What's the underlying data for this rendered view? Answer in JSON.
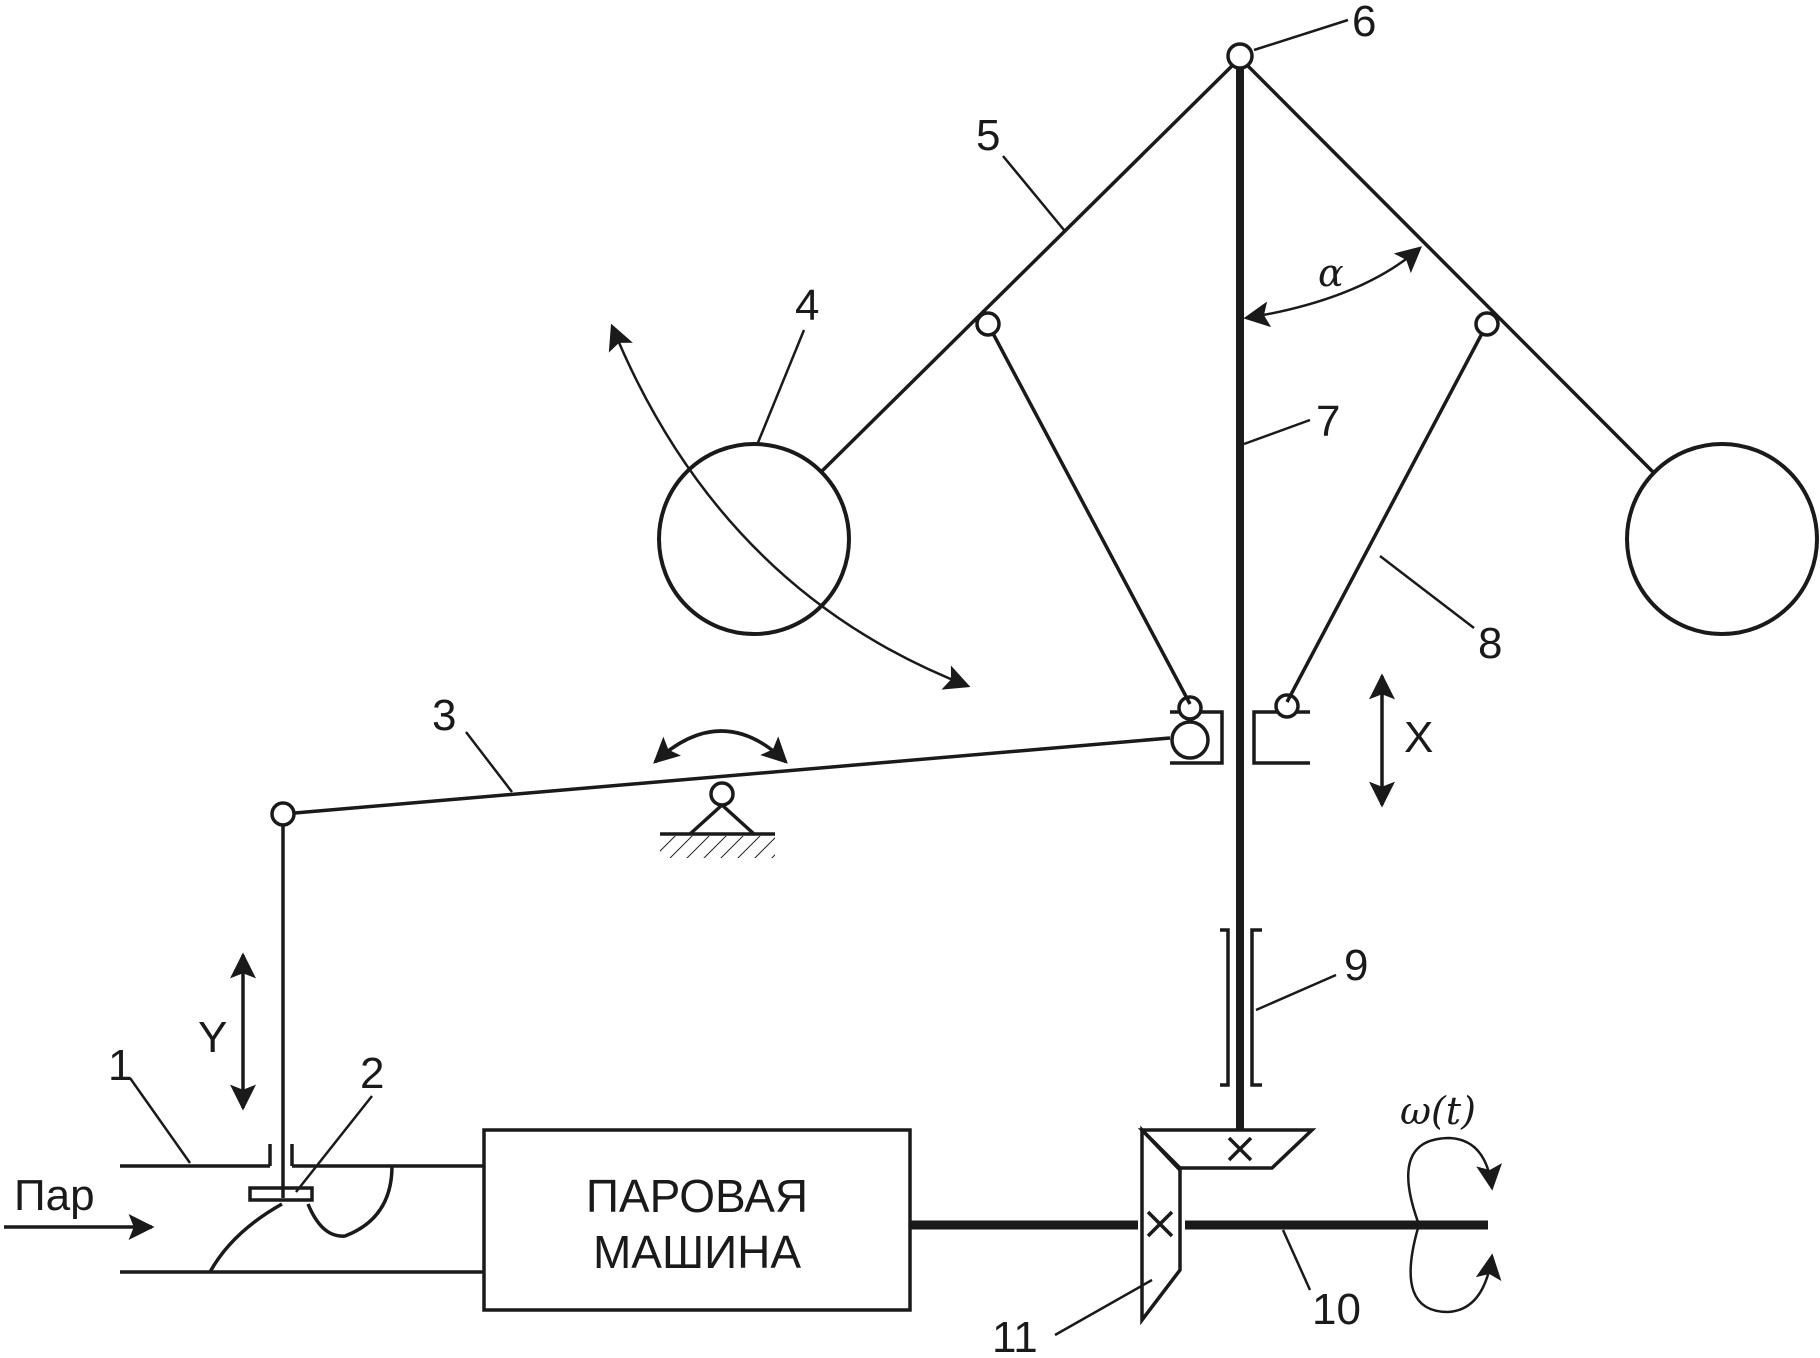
{
  "labels": {
    "n1": "1",
    "n2": "2",
    "n3": "3",
    "n4": "4",
    "n5": "5",
    "n6": "6",
    "n7": "7",
    "n8": "8",
    "n9": "9",
    "n10": "10",
    "n11": "11",
    "alpha": "α",
    "x": "X",
    "y": "Y",
    "omega": "ω(t)",
    "steam": "Пар",
    "engine_line1": "ПАРОВАЯ",
    "engine_line2": "МАШИНА"
  },
  "colors": {
    "ink": "#1a1a1a",
    "background": "#ffffff"
  }
}
